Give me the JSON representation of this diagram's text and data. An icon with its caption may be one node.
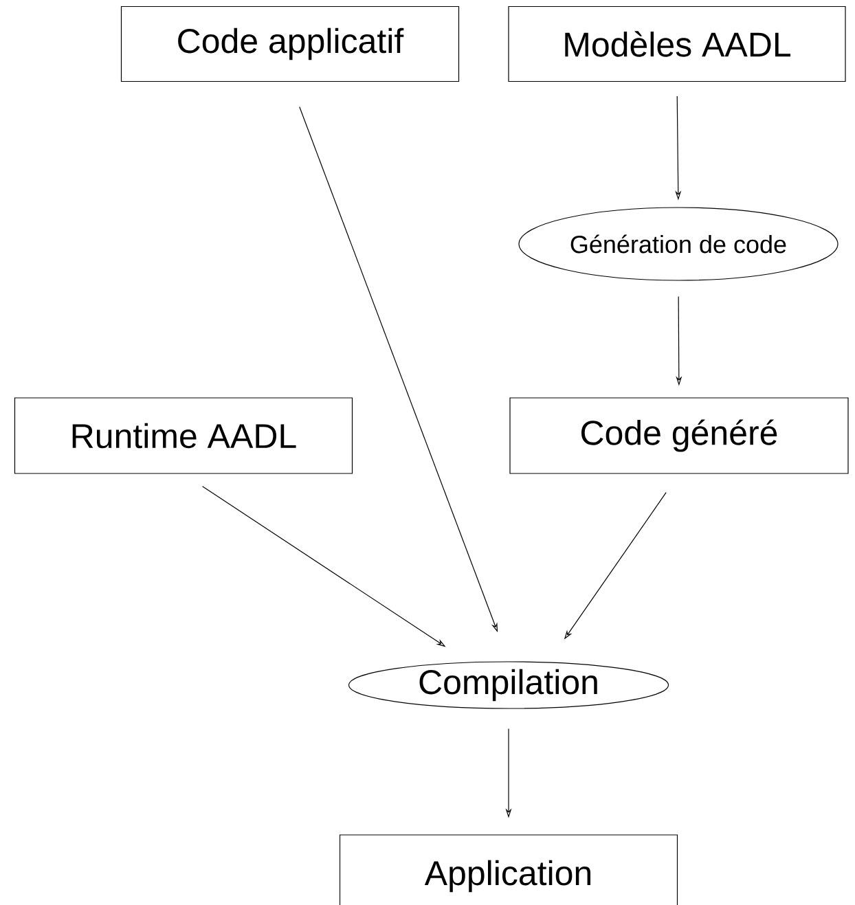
{
  "diagram": {
    "nodes": [
      {
        "text": [
          "Code applicatif"
        ]
      },
      {
        "text": [
          "Modèles AADL"
        ]
      },
      {
        "text": [
          "Génération de code"
        ]
      },
      {
        "text": [
          "Runtime AADL"
        ]
      },
      {
        "text": [
          "Code généré"
        ]
      },
      {
        "text": [
          "Compilation"
        ]
      },
      {
        "text": [
          "Application"
        ]
      }
    ],
    "edges": [
      {
        "from": 1,
        "to": 2,
        "arrow": "to"
      },
      {
        "from": 2,
        "to": 4,
        "arrow": "to"
      },
      {
        "from": 3,
        "to": 5,
        "arrow": "to"
      },
      {
        "from": 0,
        "to": 5,
        "arrow": "to"
      },
      {
        "from": 4,
        "to": 5,
        "arrow": "to"
      },
      {
        "from": 5,
        "to": 6,
        "arrow": "to"
      }
    ]
  }
}
